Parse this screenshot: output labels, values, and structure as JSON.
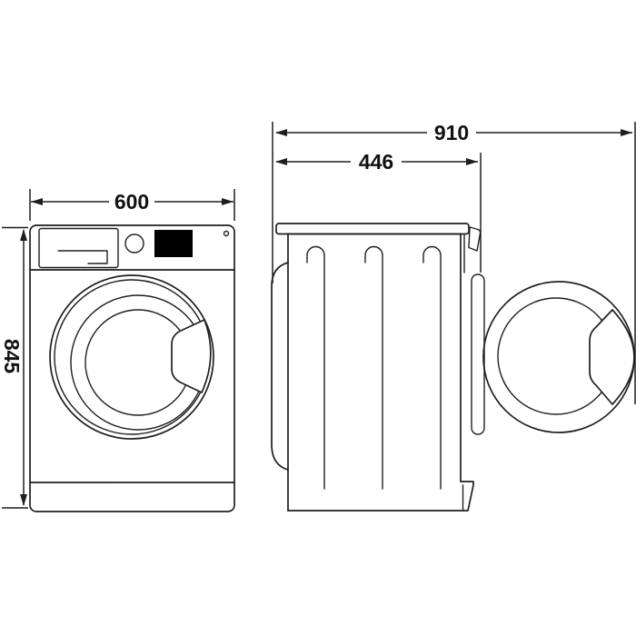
{
  "diagram": {
    "subject": "washing-machine-dimension-drawing",
    "views": {
      "front": {
        "width_label": "600",
        "height_label": "845"
      },
      "side": {
        "total_depth_with_door_open_label": "910",
        "cabinet_depth_label": "446"
      }
    },
    "colors": {
      "line": "#1f1f1f",
      "background": "#ffffff",
      "display_fill": "#000000"
    }
  }
}
